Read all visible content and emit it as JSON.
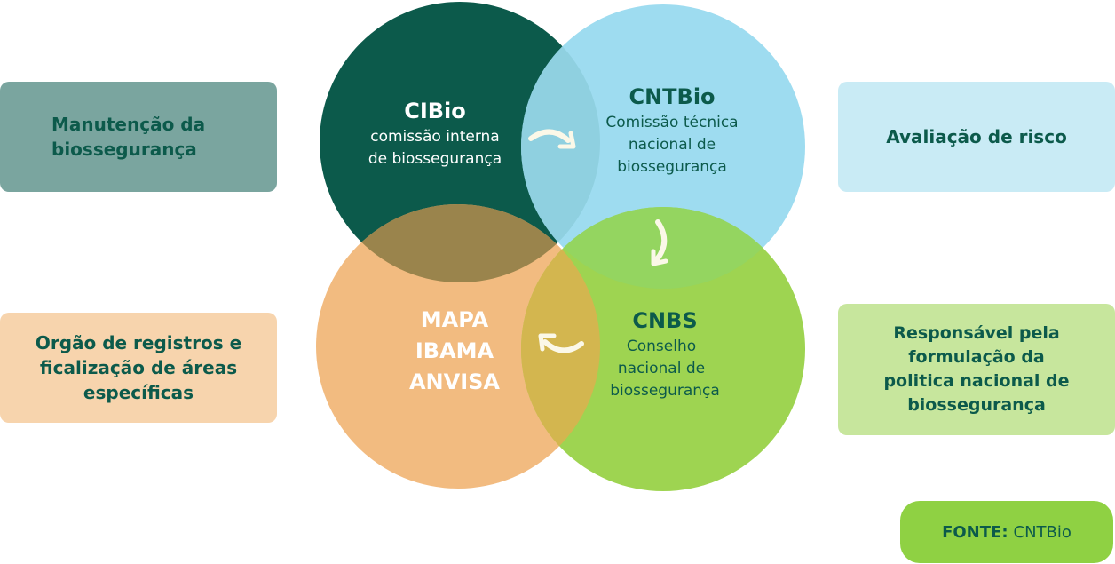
{
  "colors": {
    "cibio": "#0c5a4b",
    "cntbio": "#9edcf0",
    "mapa": "#f2bb80",
    "cnbs": "#9ed451",
    "cibio_cntbio": "#8fd0e0",
    "cibio_mapa": "#9a844c",
    "cntbio_cnbs": "#94d560",
    "mapa_cnbs": "#d3b64f",
    "text_dark": "#0c5a4b",
    "text_light": "#ffffff",
    "arrow": "#fbf8e8"
  },
  "circles": [
    {
      "id": "cibio",
      "title": "CIBio",
      "lines": [
        "comissão interna",
        "de biossegurança"
      ]
    },
    {
      "id": "cntbio",
      "title": "CNTBio",
      "lines": [
        "Comissão técnica",
        "nacional  de",
        "biossegurança"
      ]
    },
    {
      "id": "mapa",
      "title": "",
      "lines": [
        "MAPA",
        "IBAMA",
        "ANVISA"
      ]
    },
    {
      "id": "cnbs",
      "title": "CNBS",
      "lines": [
        "Conselho",
        "nacional de",
        "biossegurança"
      ]
    }
  ],
  "boxes": {
    "maint": [
      "Manutenção da",
      "biossegurança"
    ],
    "risk": [
      "Avaliação de risco"
    ],
    "orgao": [
      "Orgão de registros e",
      "ficalização de áreas",
      "específicas"
    ],
    "resp": [
      "Responsável pela",
      "formulação da",
      "politica nacional de",
      "biossegurança"
    ]
  },
  "fonte": {
    "label": "FONTE:",
    "value": "CNTBio"
  },
  "arrows": [
    "arrow-right-curved",
    "arrow-down-curved",
    "arrow-left-curved"
  ]
}
